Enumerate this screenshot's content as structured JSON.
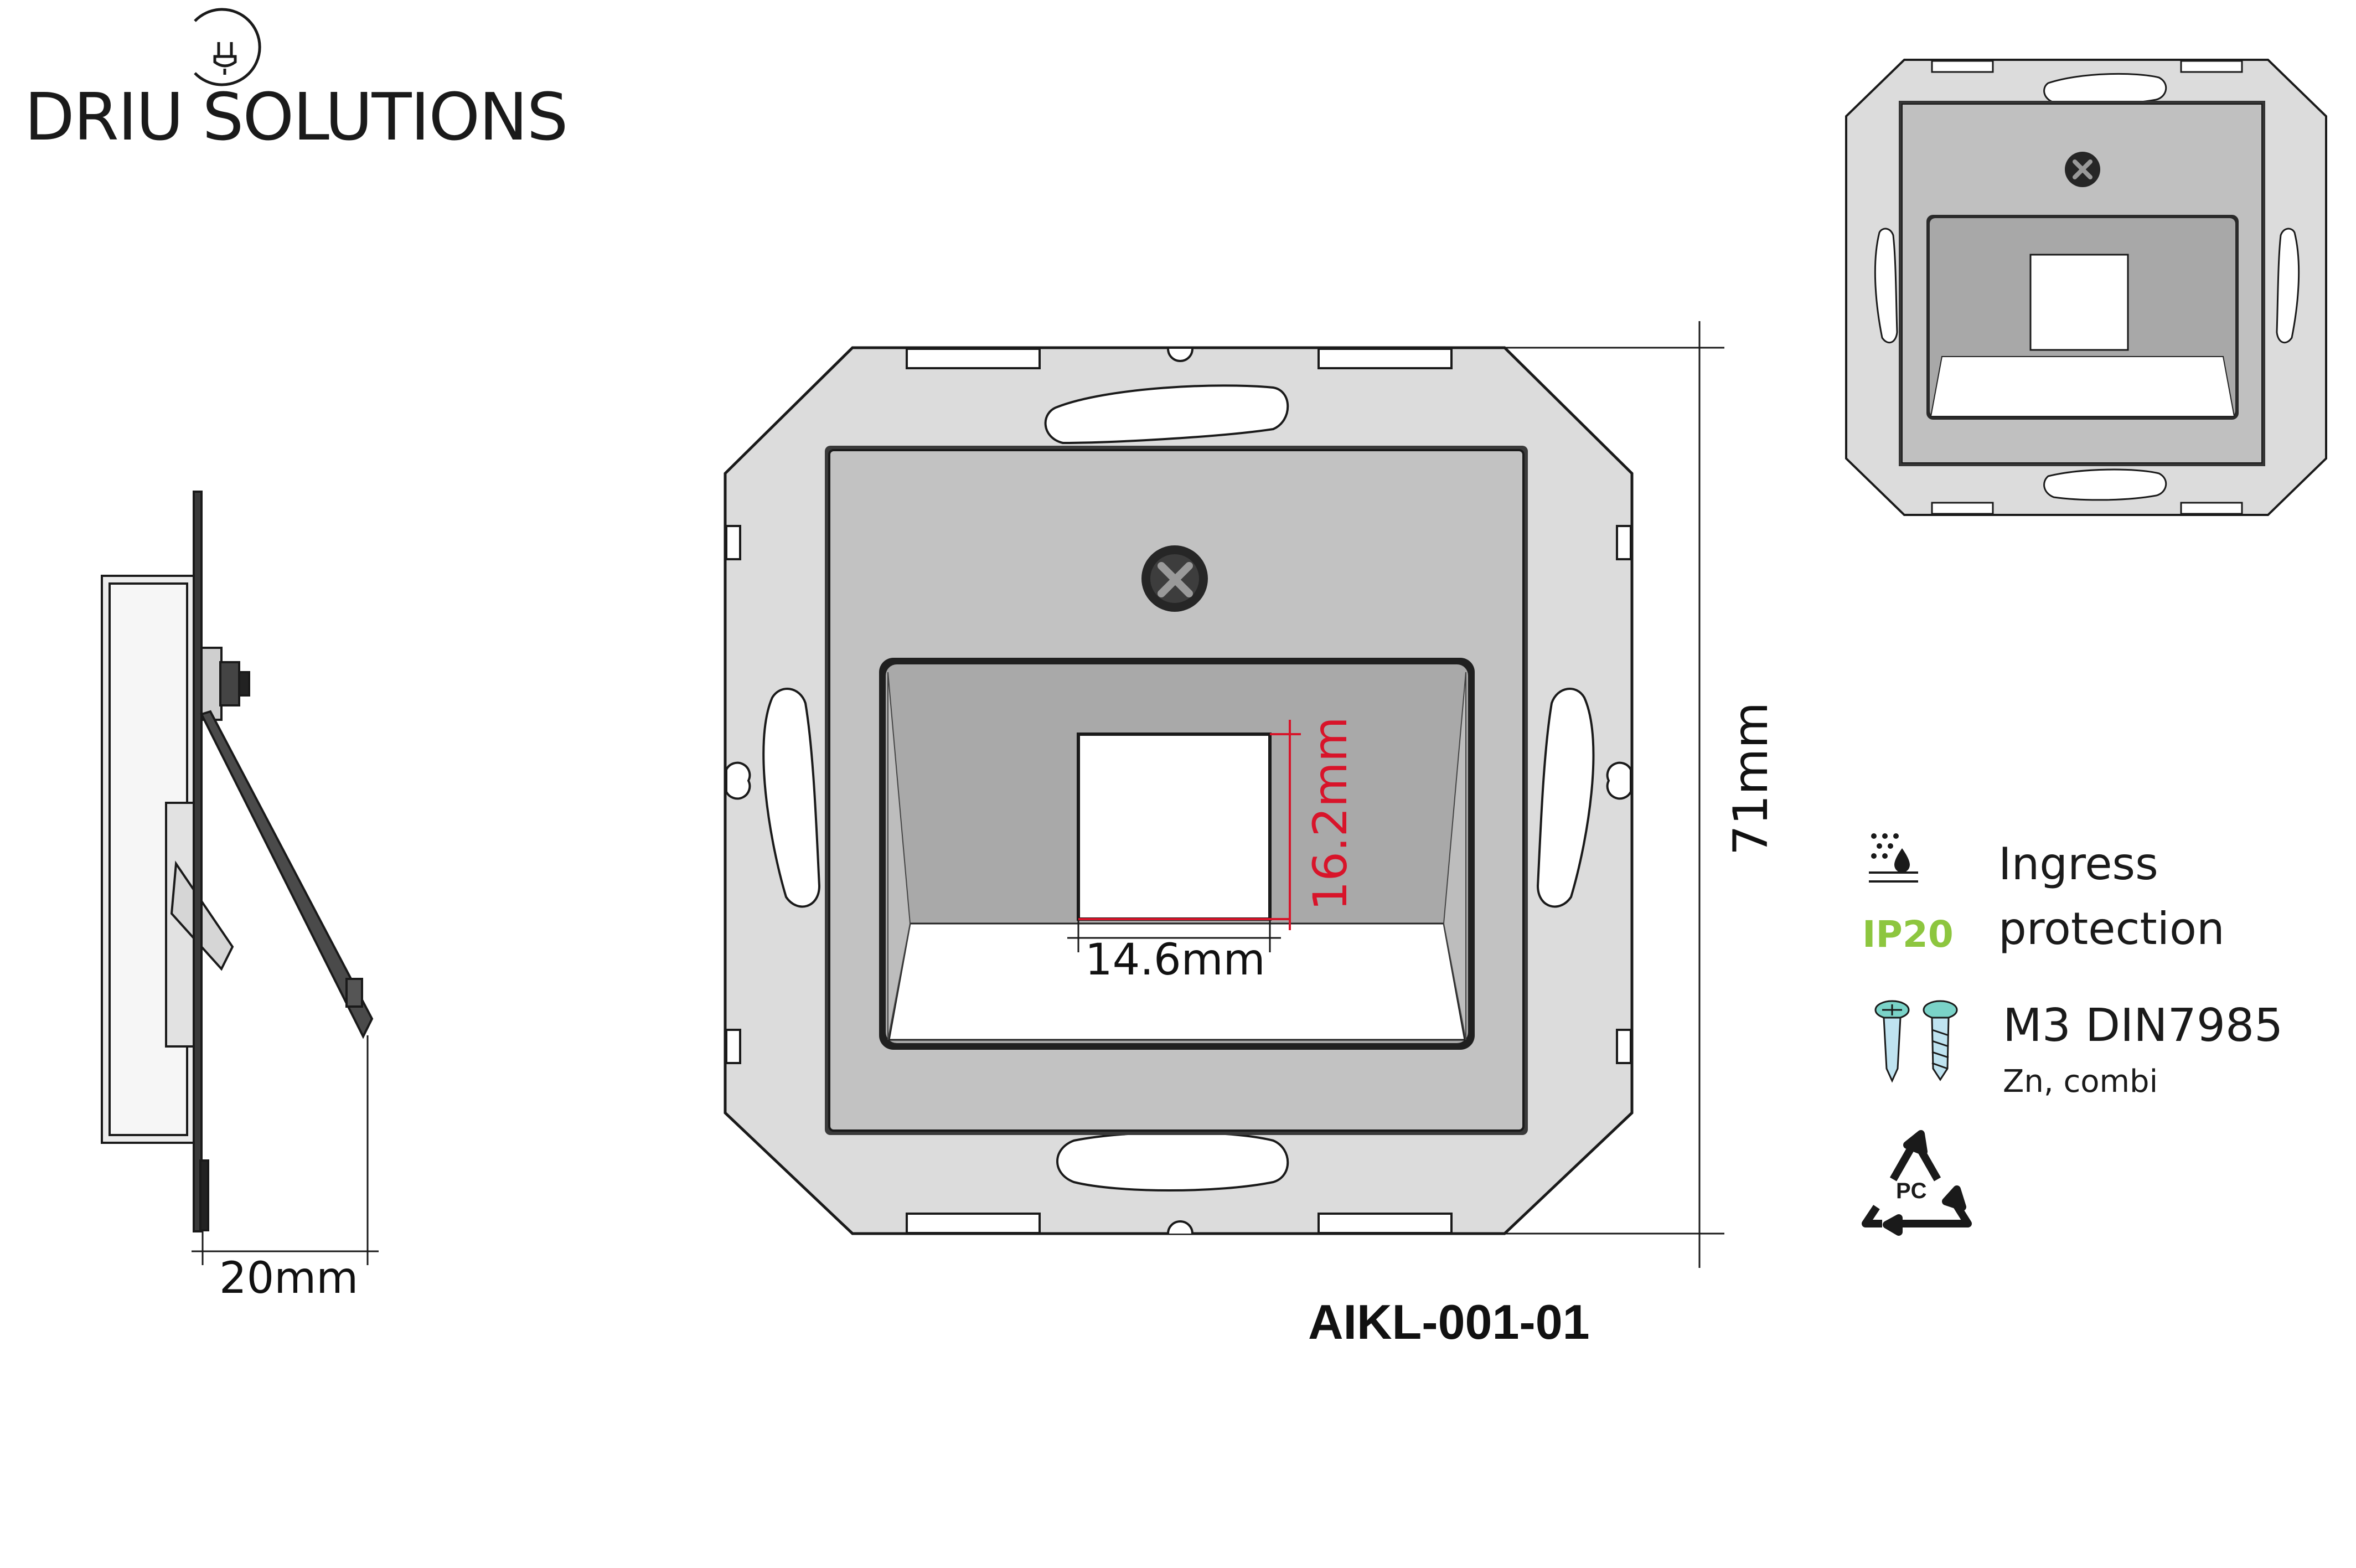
{
  "brand": {
    "name": "DRIU SOLUTIONS",
    "icon": "lightbulb-plug-icon"
  },
  "drawing": {
    "part_number": "AIKL-001-01",
    "dimensions": {
      "height": "71mm",
      "depth": "20mm",
      "opening_width": "14.6mm",
      "opening_height": "16.2mm"
    },
    "colors": {
      "frame": "#dcdcdc",
      "plate": "#bfbfbf",
      "recess": "#a9a9a9",
      "outline": "#1a1a1a",
      "highlight_dimension": "#d8142a",
      "ip_green": "#8dc63f"
    }
  },
  "legend": {
    "ingress": {
      "icon": "water-drops-icon",
      "rating": "IP20",
      "line1": "Ingress",
      "line2": "protection"
    },
    "screws": {
      "icon": "screws-icon",
      "title": "M3 DIN7985",
      "subtitle": "Zn, combi"
    },
    "material": {
      "icon": "recycle-triangle-icon",
      "code": "PC"
    }
  }
}
